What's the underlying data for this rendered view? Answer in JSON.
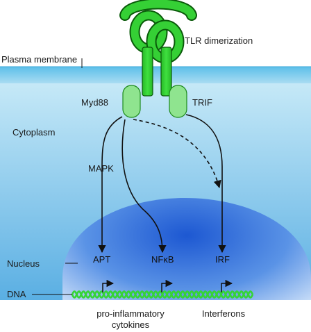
{
  "labels": {
    "tlr_dimerization": "TLR dimerization",
    "plasma_membrane": "Plasma membrane",
    "myd88": "Myd88",
    "trif": "TRIF",
    "cytoplasm": "Cytoplasm",
    "mapk": "MAPK",
    "nucleus": "Nucleus",
    "apt": "APT",
    "nfkb": "NFκB",
    "irf": "IRF",
    "dna": "DNA",
    "pro_inflammatory_line1": "pro-inflammatory",
    "pro_inflammatory_line2": "cytokines",
    "interferons": "Interferons"
  },
  "colors": {
    "receptor_green": "#2fcc2f",
    "receptor_outline": "#0a5a0a",
    "adaptor_green": "#9be89b",
    "membrane_top": "#4fb8e6",
    "membrane_bottom": "#9fd8f2",
    "cytoplasm_top": "#bfe6f6",
    "cytoplasm_bottom": "#4aa6e0",
    "nucleus_center": "#1f5fd6",
    "nucleus_edge": "#cfe4fa",
    "dna_green": "#35d435",
    "arrow": "#111111"
  }
}
